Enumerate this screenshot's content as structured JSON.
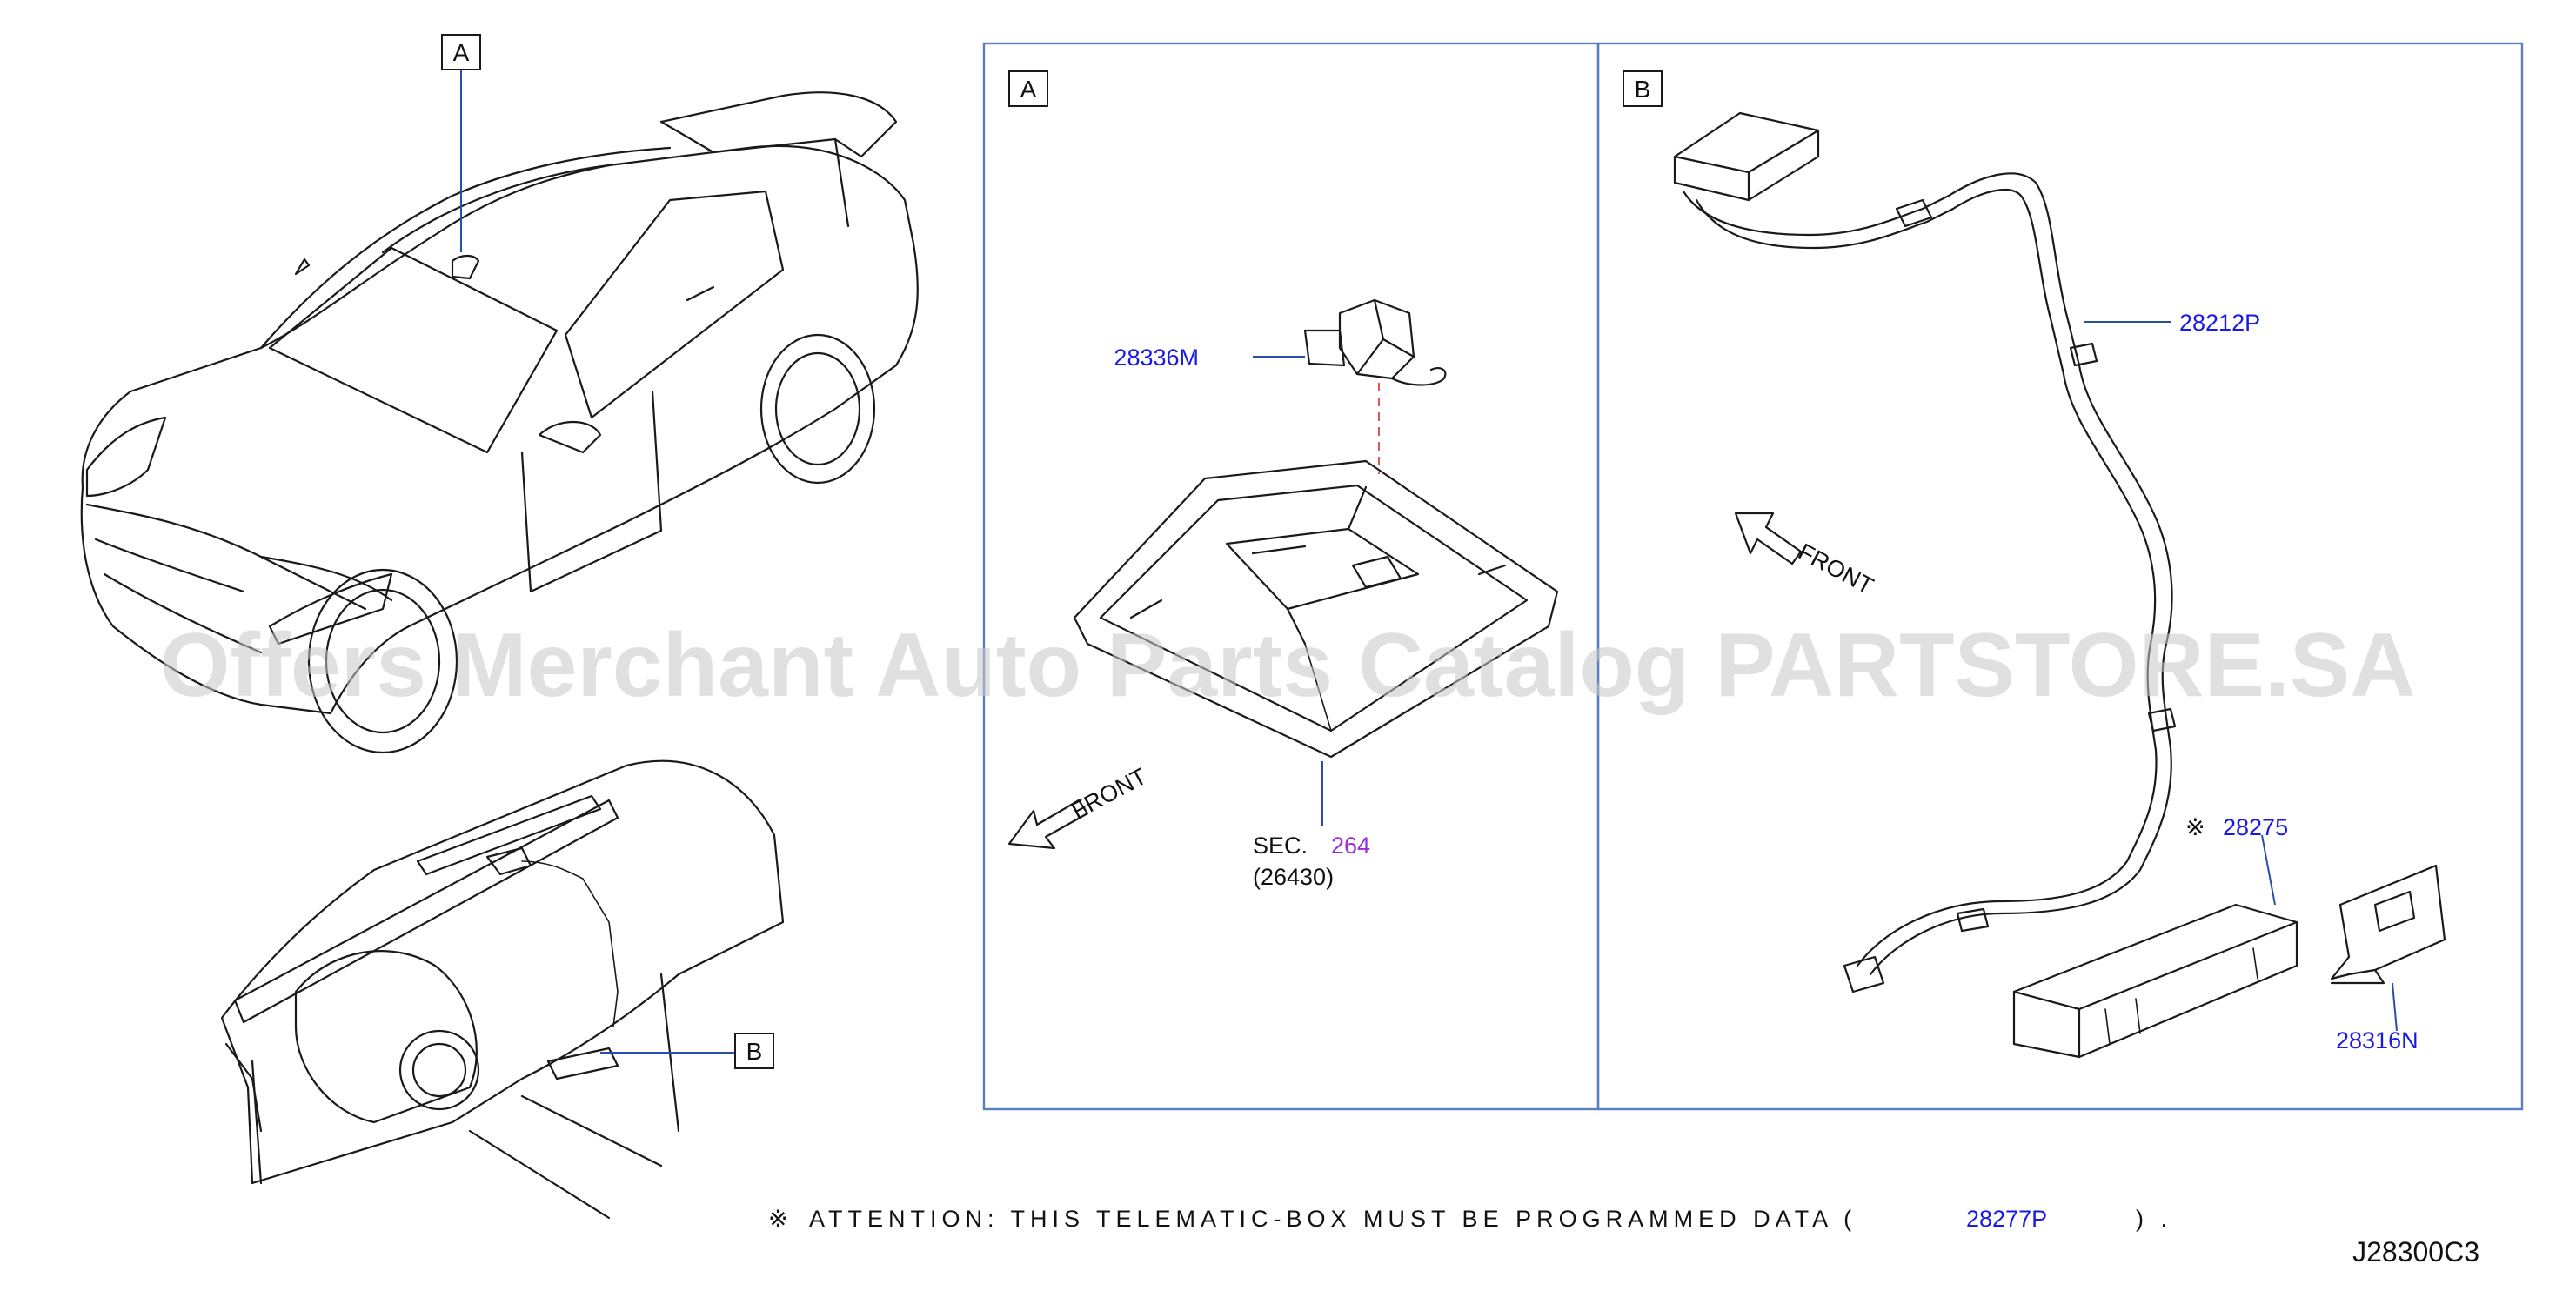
{
  "callouts": {
    "car_a": "A",
    "dash_b": "B",
    "panel_a": "A",
    "panel_b": "B"
  },
  "parts": {
    "p28336m": "28336M",
    "p28212p": "28212P",
    "p28275": "28275",
    "p28316n": "28316N",
    "sec_label": "SEC.",
    "sec_num": "264",
    "sec_sub": "(26430)"
  },
  "labels": {
    "front_a": "FRONT",
    "front_b": "FRONT"
  },
  "attention": {
    "mark": "※",
    "text": "ATTENTION: THIS TELEMATIC-BOX MUST BE PROGRAMMED DATA (",
    "part": "28277P",
    "close": ") ."
  },
  "diagram_id": "J28300C3",
  "watermark": "Offers Merchant Auto Parts Catalog PARTSTORE.SA",
  "colors": {
    "part_number": "#1a1ae6",
    "section_ref": "#9b2bd6",
    "panel_border": "#5a7fc0"
  }
}
